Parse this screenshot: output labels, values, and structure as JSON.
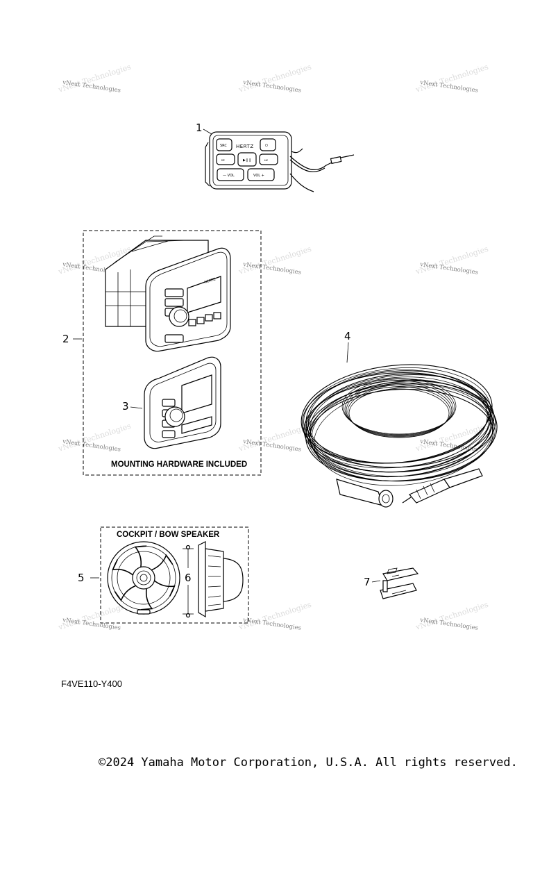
{
  "watermark": {
    "text": "vNext Technologies"
  },
  "callouts": [
    "1",
    "2",
    "3",
    "4",
    "5",
    "6",
    "7"
  ],
  "boxes": {
    "mounting_hardware_label": "MOUNTING HARDWARE INCLUDED",
    "cockpit_speaker_label": "COCKPIT / BOW SPEAKER"
  },
  "remote_panel": {
    "brand": "HERTZ",
    "buttons": [
      "SRC",
      "⏻",
      "⏮",
      "▶❙❙",
      "⏭",
      "— VOL",
      "VOL +"
    ]
  },
  "stereo": {
    "brand": "HERTZ"
  },
  "diagram_code": "F4VE110-Y400",
  "copyright": "©2024 Yamaha Motor Corporation, U.S.A. All rights reserved."
}
